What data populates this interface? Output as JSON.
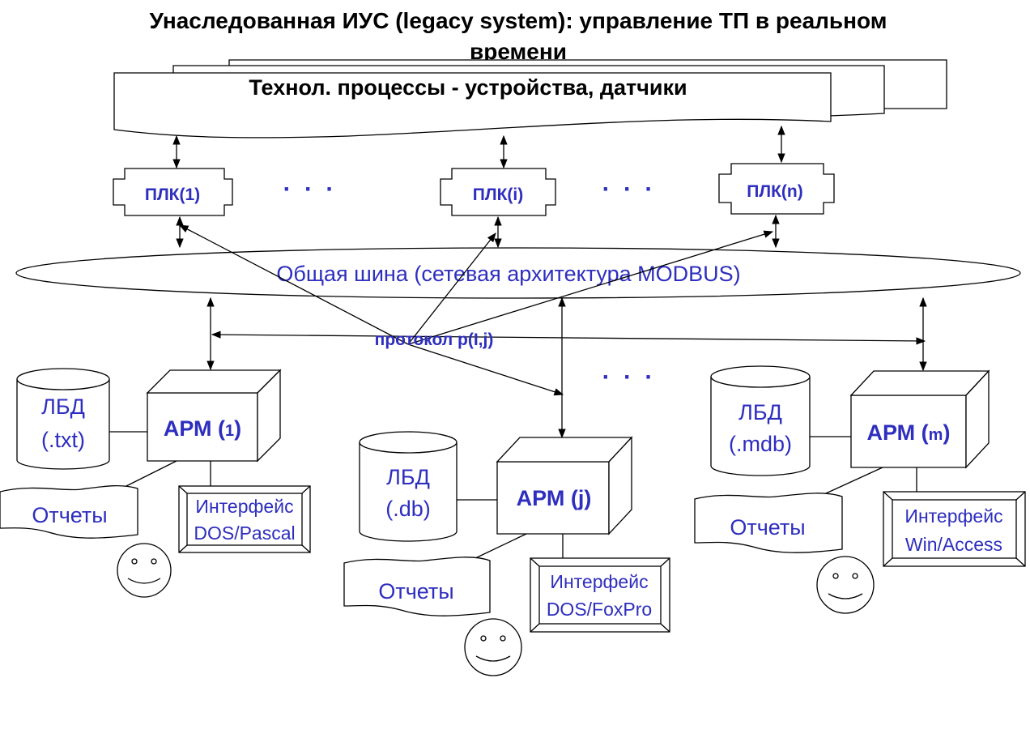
{
  "title": {
    "line1": "Унаследованная ИУС (legacy system): управление ТП  в реальном",
    "line2": "времени"
  },
  "processes": {
    "label": "Технол. процессы - устройства, датчики"
  },
  "plcs": [
    {
      "label": "ПЛК(1)"
    },
    {
      "label": "ПЛК(i)"
    },
    {
      "label": "ПЛК(n)"
    }
  ],
  "ellipsis": "· · ·",
  "bus": {
    "label": "Общая шина (сетевая архитектура MODBUS)"
  },
  "protocol": {
    "label": "протокол  p(I,j)"
  },
  "workstations": [
    {
      "arm_prefix": "АРМ (",
      "arm_index": "1",
      "arm_suffix": ")",
      "db_line1": "ЛБД",
      "db_line2": "(.txt)",
      "reports": "Отчеты",
      "iface_line1": "Интерфейс",
      "iface_line2": "DOS/Pascal"
    },
    {
      "arm_prefix": "АРМ (",
      "arm_index": "j",
      "arm_suffix": ")",
      "db_line1": "ЛБД",
      "db_line2": "(.db)",
      "reports": "Отчеты",
      "iface_line1": "Интерфейс",
      "iface_line2": "DOS/FoxPro"
    },
    {
      "arm_prefix": "АРМ (",
      "arm_index": "m",
      "arm_suffix": ")",
      "db_line1": "ЛБД",
      "db_line2": "(.mdb)",
      "reports": "Отчеты",
      "iface_line1": "Интерфейс",
      "iface_line2": "Win/Access"
    }
  ],
  "colors": {
    "text_blue": "#2e2ebf",
    "line": "#000000"
  }
}
